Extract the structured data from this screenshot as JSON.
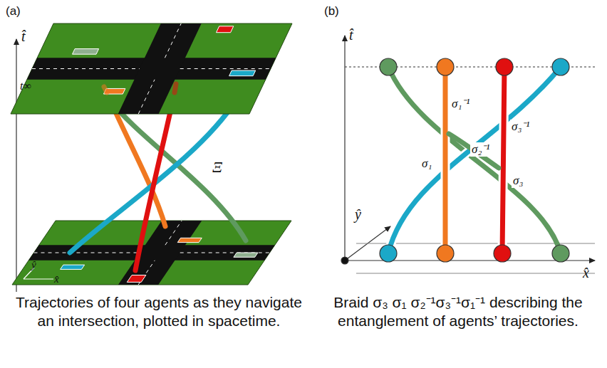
{
  "diagram": {
    "labels": [
      "(a)",
      "(b)",
      "t̂",
      "t∞",
      "Ξ",
      "ŷ",
      "x̂",
      "Trajectories of four agents as they navigate an intersection, plotted in spacetime.",
      "t̂",
      "σ₁⁻¹",
      "σ₃⁻¹",
      "σ₂⁻¹",
      "σ₁",
      "σ₃",
      "ŷ",
      "x̂",
      "Braid σ₃ σ₁ σ₂⁻¹σ₃⁻¹σ₁⁻¹ describing the entanglement of agents’ trajectories."
    ]
  }
}
